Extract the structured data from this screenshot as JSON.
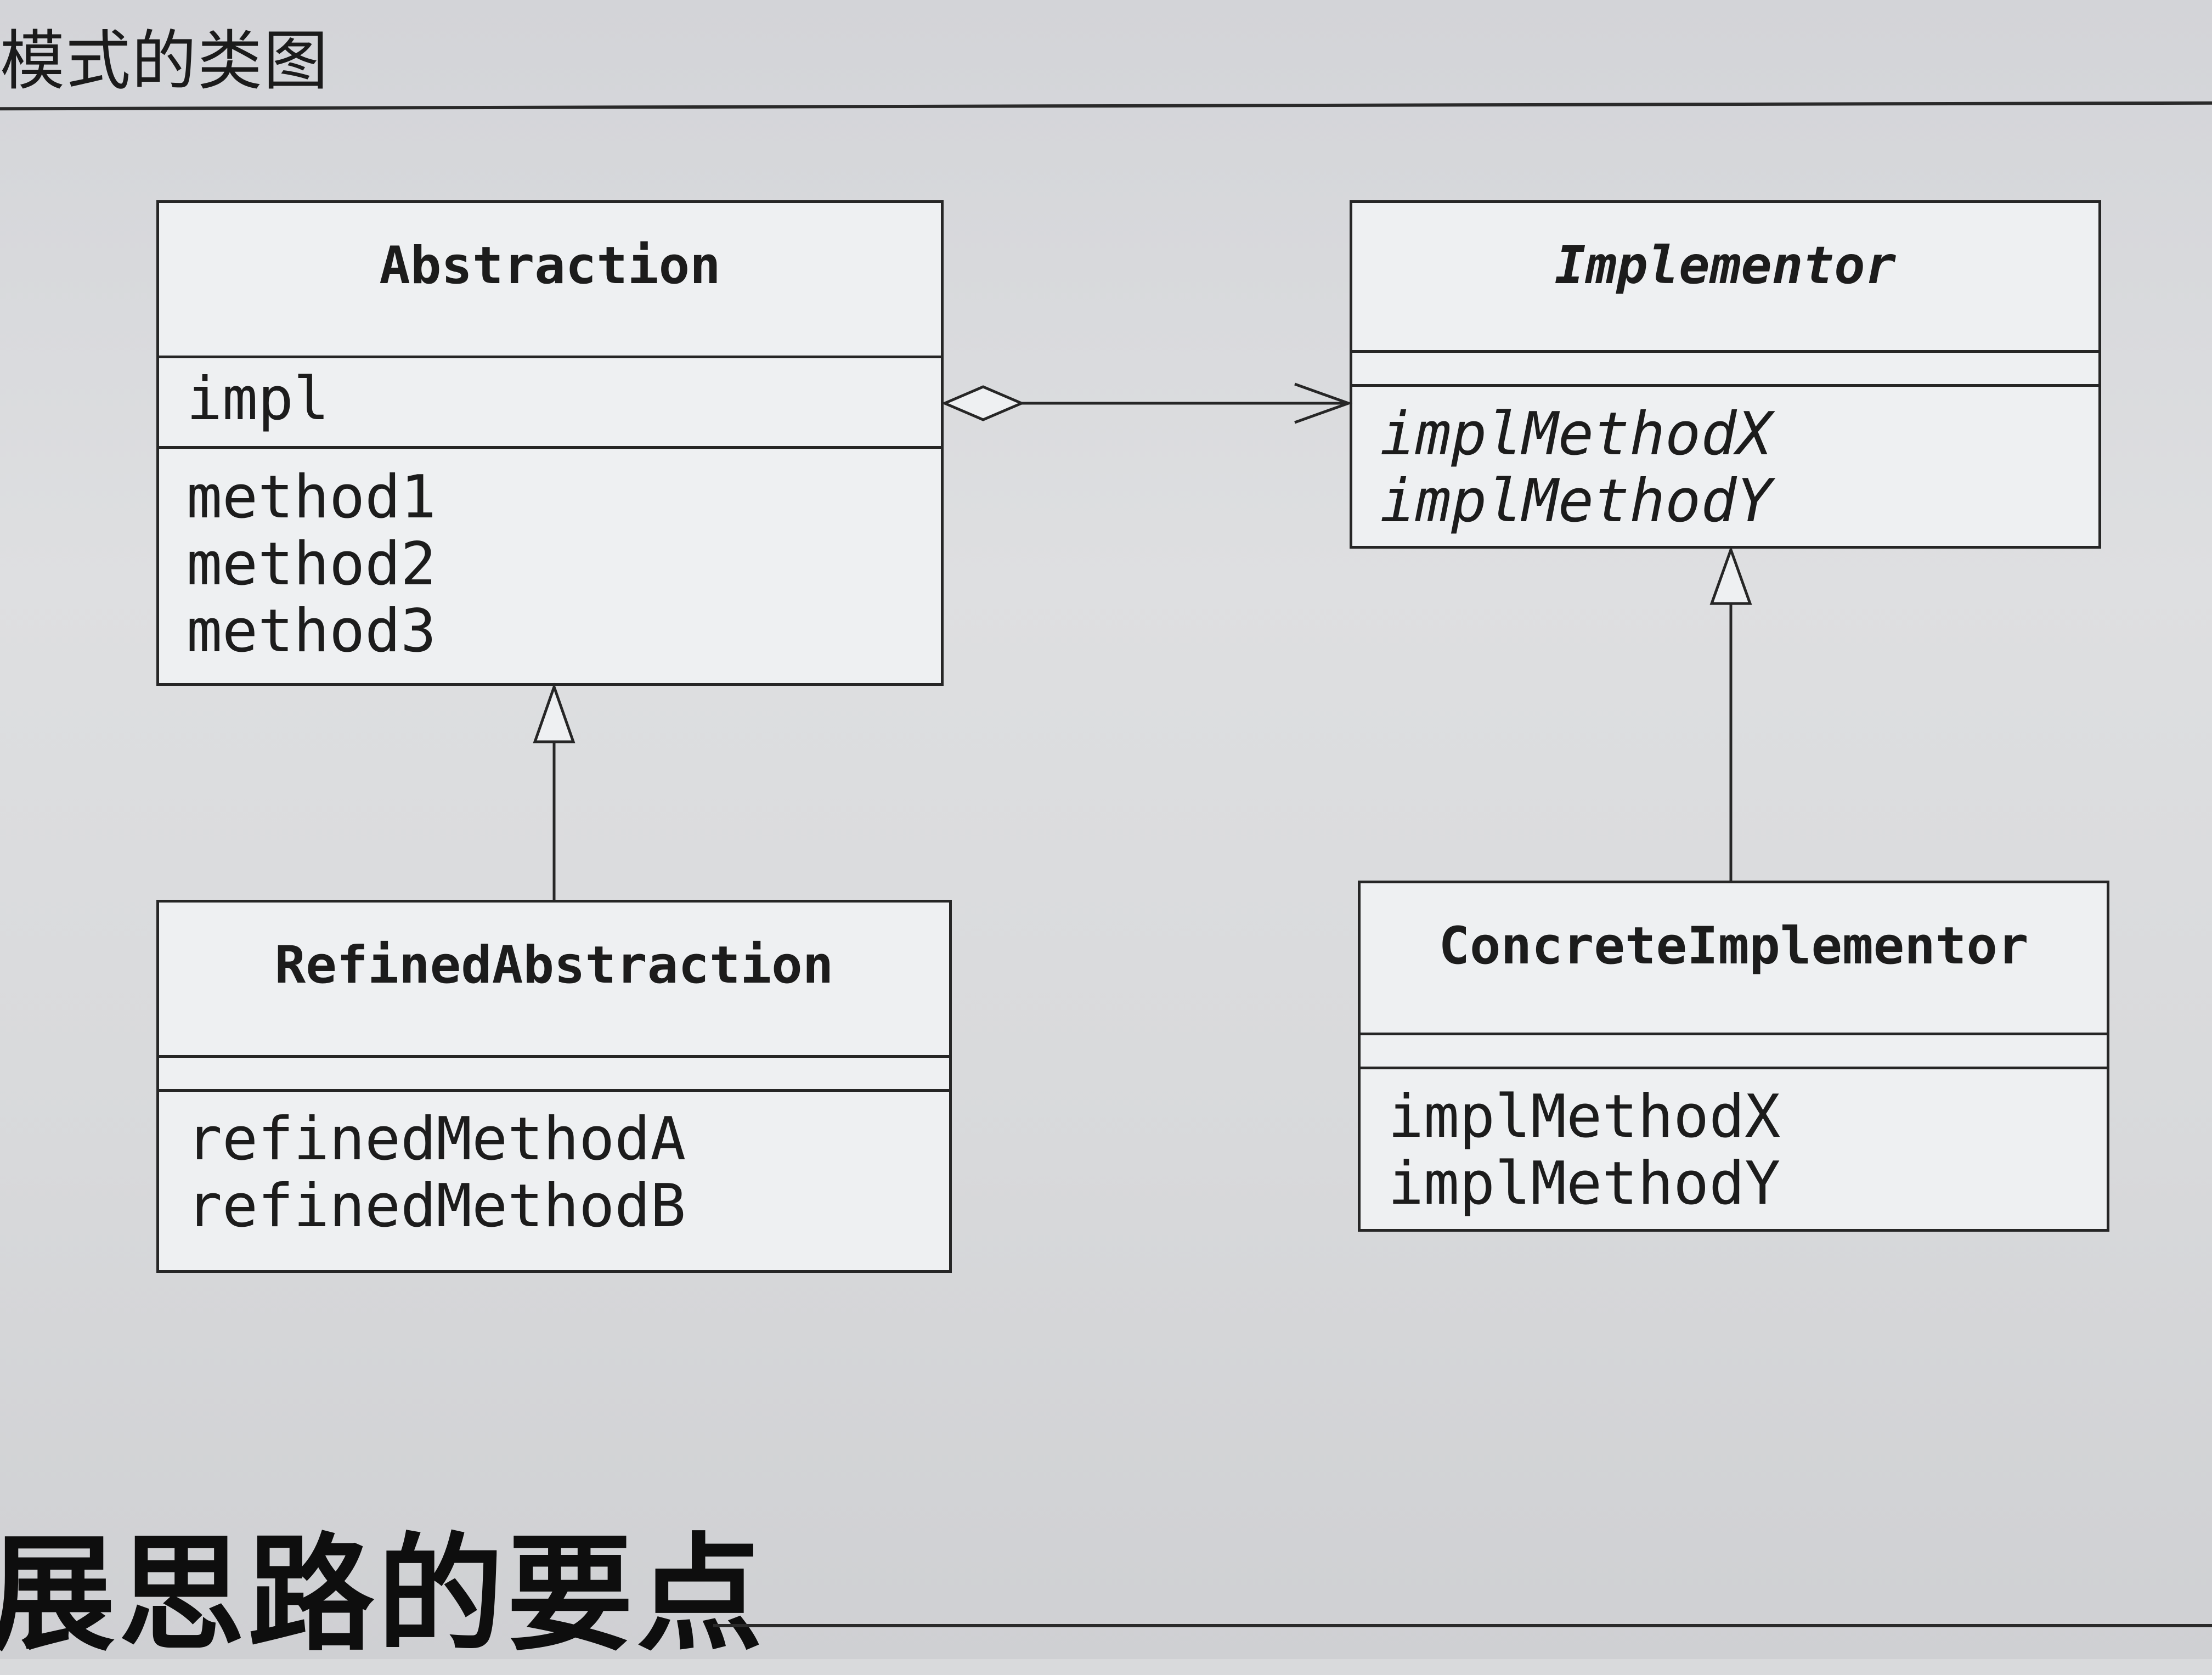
{
  "page": {
    "heading_top": "模式的类图",
    "heading_bottom": "展思路的要点"
  },
  "diagram": {
    "classes": {
      "abstraction": {
        "name": "Abstraction",
        "fields": [
          "impl"
        ],
        "methods": [
          "method1",
          "method2",
          "method3"
        ]
      },
      "implementor": {
        "name": "Implementor",
        "fields": [],
        "methods": [
          "implMethodX",
          "implMethodY"
        ]
      },
      "refined_abstraction": {
        "name": "RefinedAbstraction",
        "fields": [],
        "methods": [
          "refinedMethodA",
          "refinedMethodB"
        ]
      },
      "concrete_implementor": {
        "name": "ConcreteImplementor",
        "fields": [],
        "methods": [
          "implMethodX",
          "implMethodY"
        ]
      }
    },
    "relationships": [
      {
        "type": "aggregation",
        "from": "Abstraction",
        "to": "Implementor"
      },
      {
        "type": "generalization",
        "from": "RefinedAbstraction",
        "to": "Abstraction"
      },
      {
        "type": "generalization",
        "from": "ConcreteImplementor",
        "to": "Implementor"
      }
    ]
  }
}
